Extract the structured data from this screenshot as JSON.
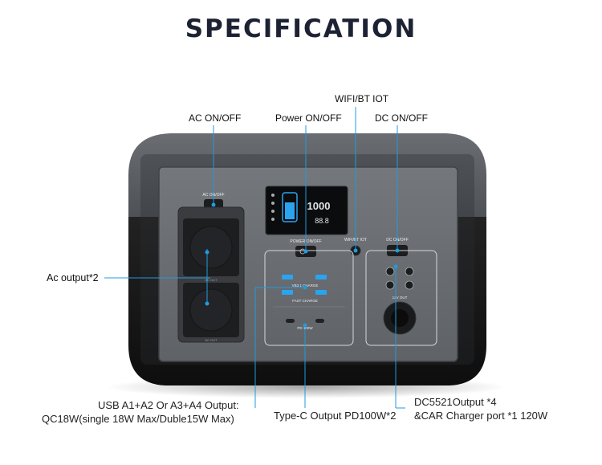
{
  "title": "SPECIFICATION",
  "callouts": {
    "wifi_bt_iot": "WIFI/BT IOT",
    "ac_on_off": "AC ON/OFF",
    "power_on_off": "Power ON/OFF",
    "dc_on_off": "DC ON/OFF",
    "ac_output": "Ac output*2",
    "usb_line1": "USB A1+A2 Or A3+A4 Output:",
    "usb_line2": "QC18W(single 18W Max/Duble15W Max)",
    "typec": "Type-C Output PD100W*2",
    "dc_line1": "DC5521Output *4",
    "dc_line2": "&CAR Charger port *1 120W"
  },
  "device_labels": {
    "ac_on_off": "AC ON/OFF",
    "power_on_off": "POWER ON/OFF",
    "wifi_bt_iot": "WIFI/BT IOT",
    "dc_on_off": "DC ON/OFF",
    "ac_out": "AC OUT",
    "qc_charge": "VB3.1 CHARGE",
    "fast_charge": "FAST CHARGE",
    "pd": "PD 100W",
    "dc_out": "12V OUT",
    "display_main": "1000",
    "display_sub": "88.8"
  },
  "colors": {
    "callout_line": "#1f9be0",
    "accent_blue": "#2aa4f0",
    "body_dark": "#1a1a1a",
    "body_gray": "#5a5d62",
    "panel_gray": "#6b6e73"
  }
}
